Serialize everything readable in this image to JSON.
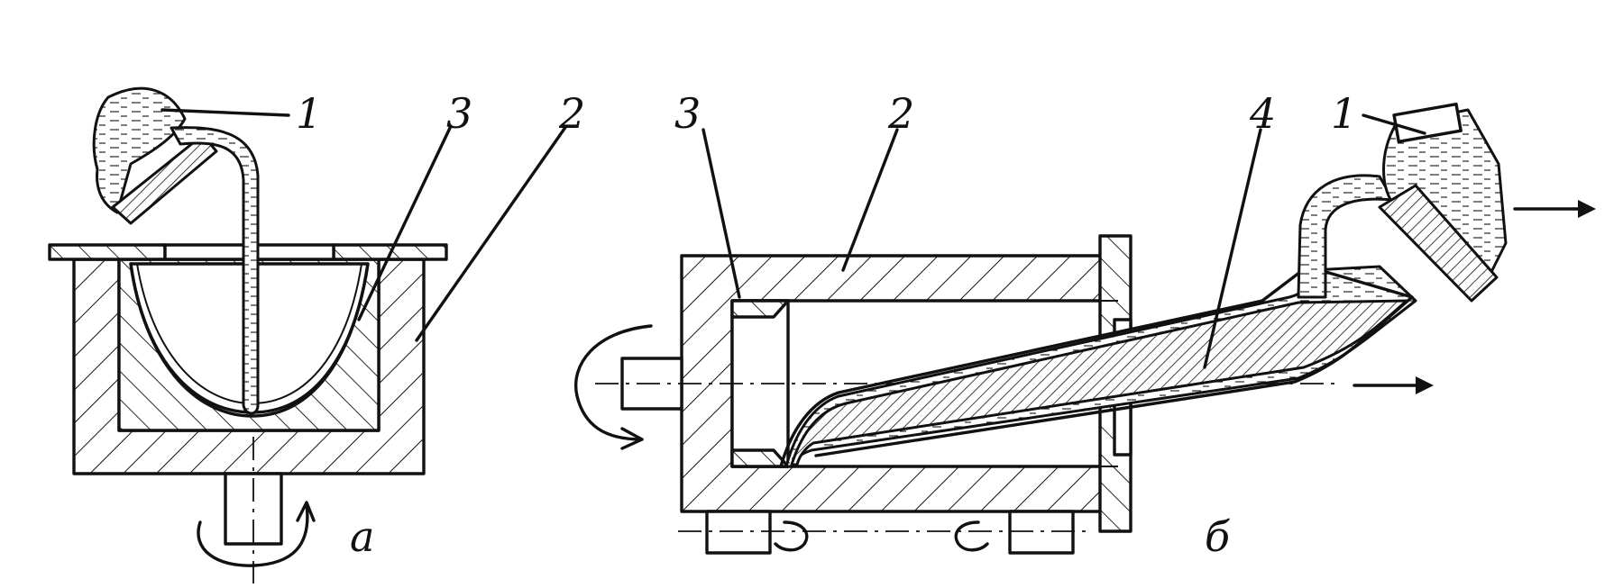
{
  "figures": [
    {
      "id": "a",
      "caption": "а",
      "labels": [
        "1",
        "3",
        "2"
      ]
    },
    {
      "id": "b",
      "caption": "б",
      "labels": [
        "3",
        "2",
        "4",
        "1"
      ]
    }
  ],
  "colors": {
    "ink": "#111111",
    "paper": "#ffffff"
  }
}
